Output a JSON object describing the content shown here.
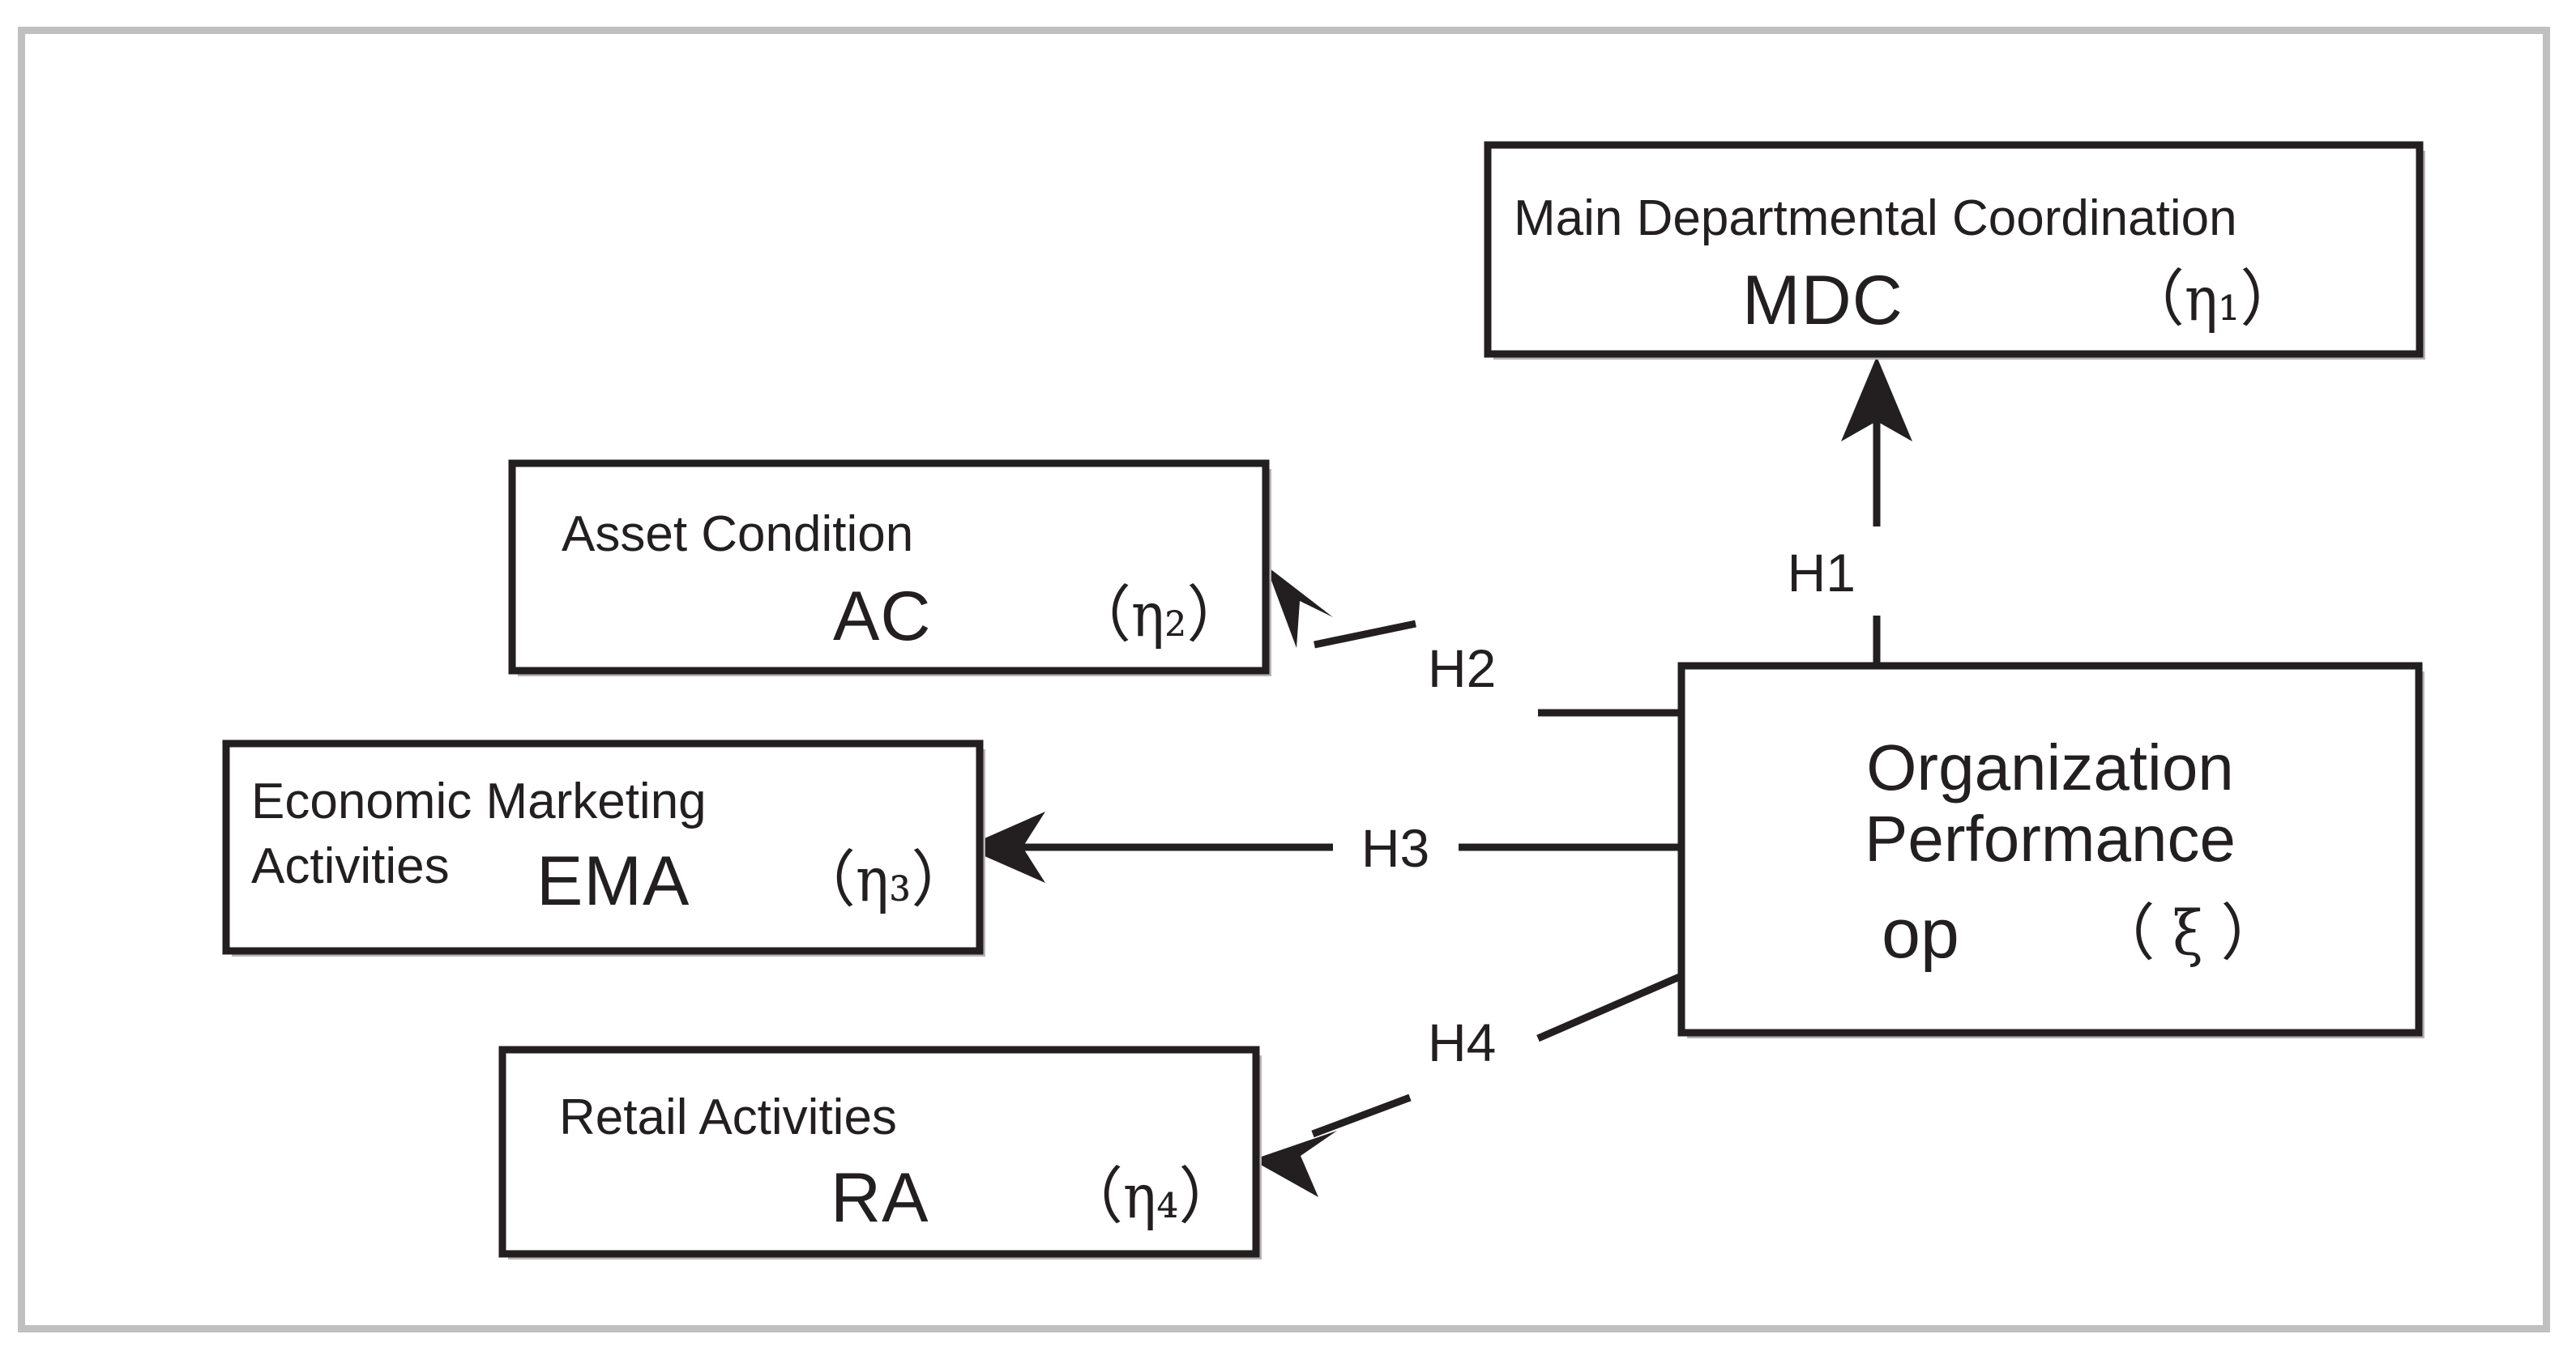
{
  "figure": {
    "type": "path-diagram",
    "title": "Organization Performance structural model",
    "frame_color": "#c0c0c0",
    "stroke_color": "#231f20",
    "background": "#ffffff"
  },
  "nodes": {
    "mdc": {
      "id": "mdc",
      "title": "Main Departmental Coordination",
      "acronym": "MDC",
      "symbol": "（η₁）",
      "symbol_plain": "( η1 )"
    },
    "ac": {
      "id": "ac",
      "title": "Asset Condition",
      "acronym": "AC",
      "symbol": "（η₂）",
      "symbol_plain": "( η2 )"
    },
    "ema": {
      "id": "ema",
      "title_line1": "Economic Marketing",
      "title_line2": "Activities",
      "acronym": "EMA",
      "symbol": "（η₃）",
      "symbol_plain": "( η3 )"
    },
    "ra": {
      "id": "ra",
      "title": "Retail Activities",
      "acronym": "RA",
      "symbol": "（η₄）",
      "symbol_plain": "( η4 )"
    },
    "op": {
      "id": "op",
      "title_line1": "Organization",
      "title_line2": "Performance",
      "acronym": "op",
      "symbol": "（ ξ ）",
      "symbol_plain": "( ξ )"
    }
  },
  "links": [
    {
      "id": "h1",
      "label": "H1",
      "from": "op",
      "to": "mdc",
      "direction": "up"
    },
    {
      "id": "h2",
      "label": "H2",
      "from": "op",
      "to": "ac",
      "direction": "up-left"
    },
    {
      "id": "h3",
      "label": "H3",
      "from": "op",
      "to": "ema",
      "direction": "left"
    },
    {
      "id": "h4",
      "label": "H4",
      "from": "op",
      "to": "ra",
      "direction": "down-left"
    }
  ]
}
